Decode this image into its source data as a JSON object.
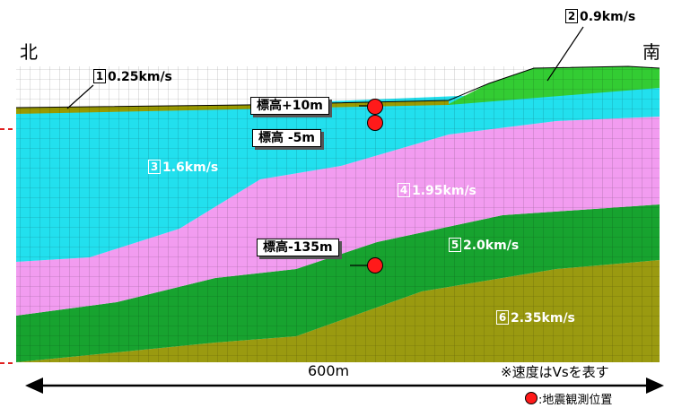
{
  "directions": {
    "north": "北",
    "south": "南"
  },
  "layers": [
    {
      "id": "1",
      "velocity": "0.25km/s",
      "color": "#9a9a00"
    },
    {
      "id": "2",
      "velocity": "0.9km/s",
      "color": "#33cc33"
    },
    {
      "id": "3",
      "velocity": "1.6km/s",
      "color": "#22e0ee"
    },
    {
      "id": "4",
      "velocity": "1.95km/s",
      "color": "#f29cf0"
    },
    {
      "id": "5",
      "velocity": "2.0km/s",
      "color": "#17a32f"
    },
    {
      "id": "6",
      "velocity": "2.35km/s",
      "color": "#9a9a10"
    }
  ],
  "stations": [
    {
      "label": "標高+10m"
    },
    {
      "label": "標高 -5m"
    },
    {
      "label": "標高-135m"
    }
  ],
  "scale": {
    "label": "600m"
  },
  "notes": {
    "velocity_note": "※速度はVsを表す",
    "legend": ":地震観測位置"
  },
  "colors": {
    "marker": "#ff1a1a",
    "dash": "#e02020"
  }
}
